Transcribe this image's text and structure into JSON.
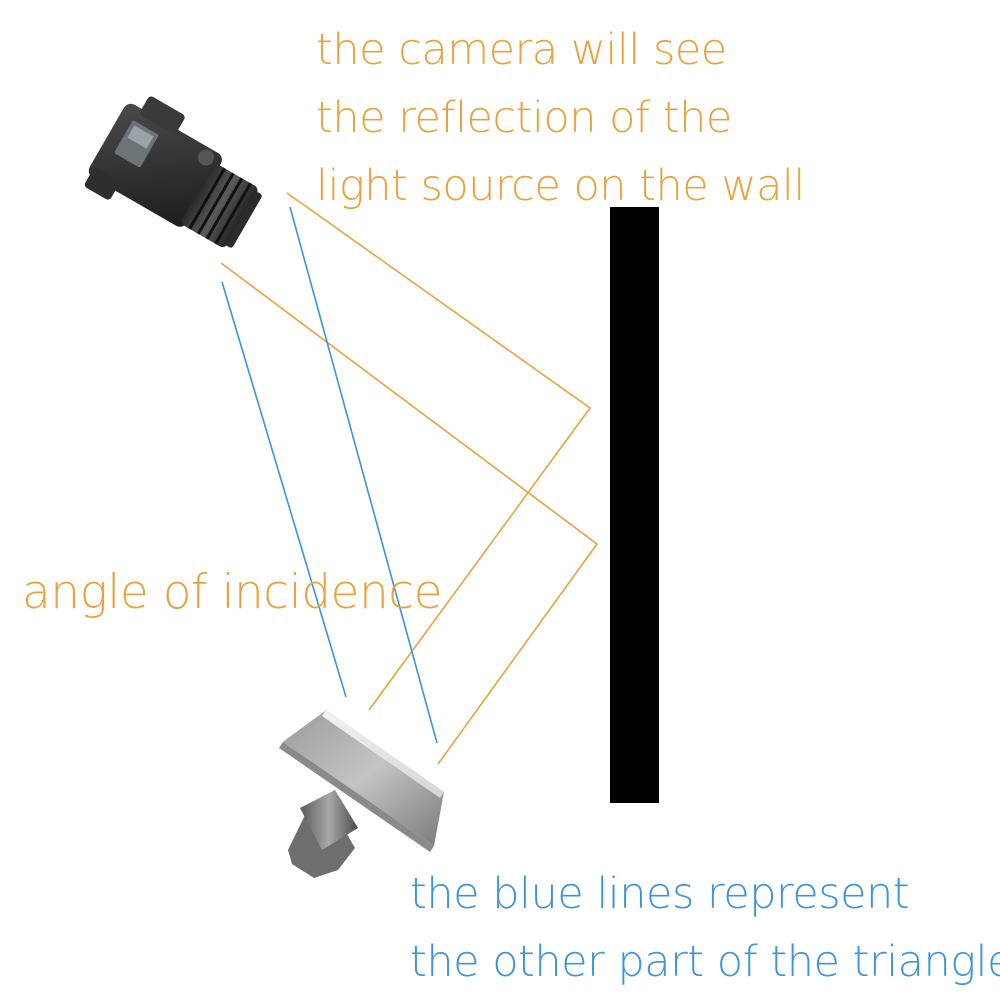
{
  "colors": {
    "orange": "#e8a33c",
    "blue": "#3d94d8",
    "wall": "#000000"
  },
  "captions": {
    "top_lines": [
      "the camera will see",
      "the reflection of the",
      "light source on the wall"
    ],
    "left": "angle of incidence",
    "bottom_lines": [
      "the blue lines represent",
      "the other part of the triangle"
    ]
  },
  "icons": {
    "camera": "camera-icon",
    "light": "softbox-light-icon"
  }
}
